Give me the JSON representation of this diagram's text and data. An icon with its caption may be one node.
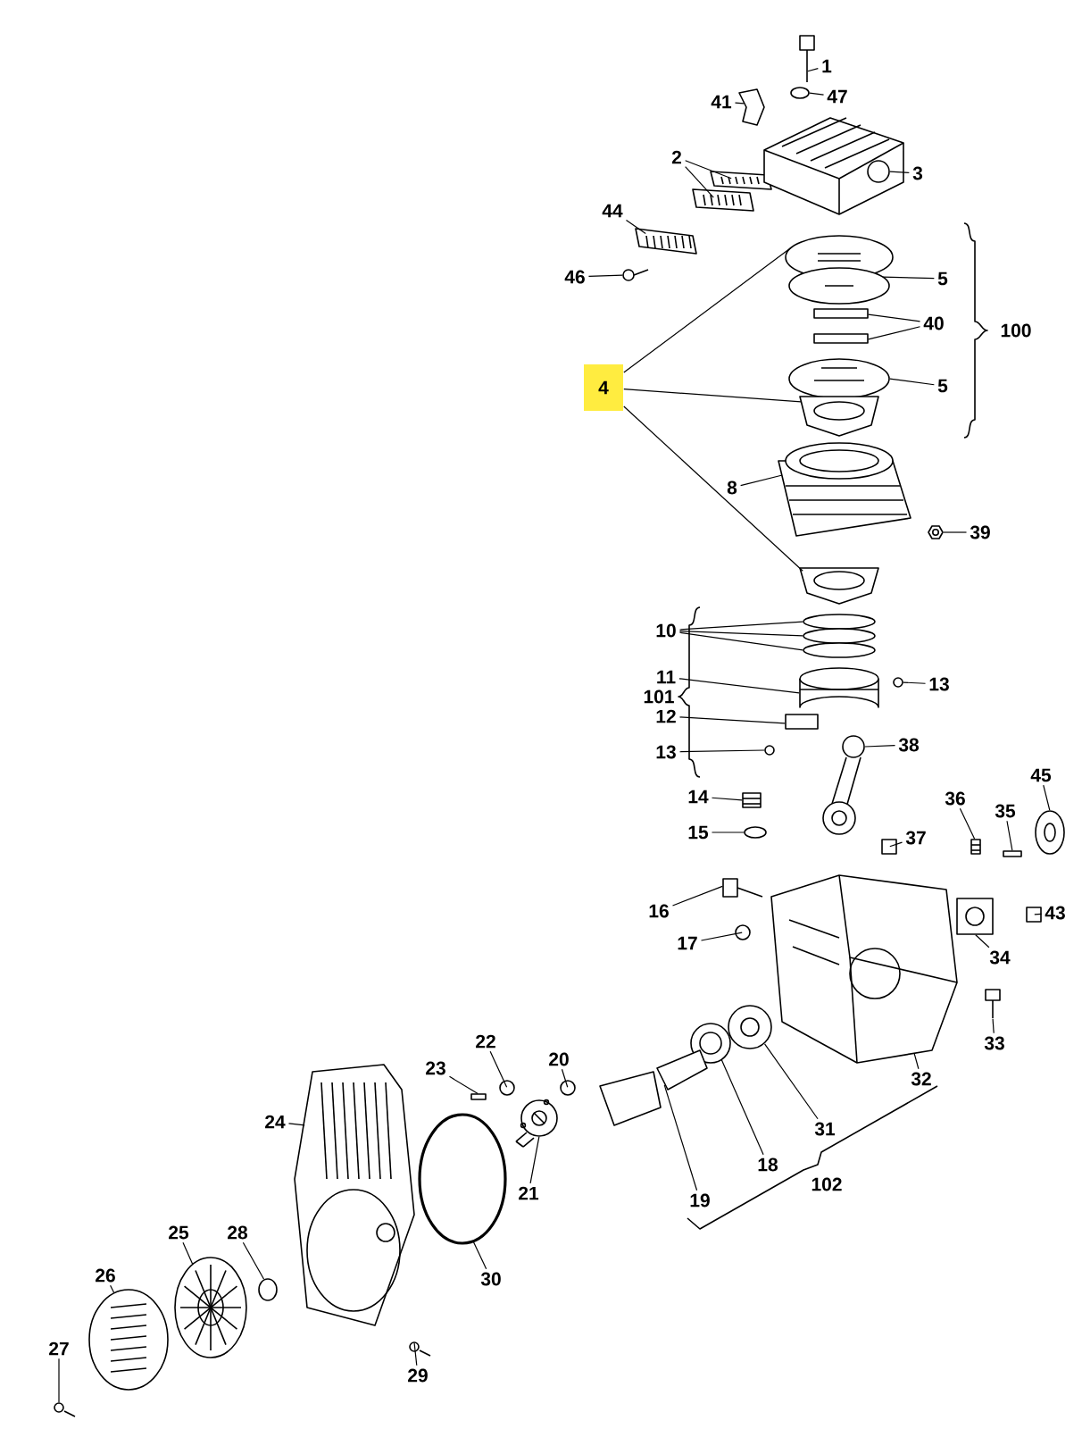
{
  "diagram": {
    "nodes": [
      {
        "text": [
          "1"
        ]
      },
      {
        "text": [
          "47"
        ]
      },
      {
        "text": [
          "41"
        ]
      },
      {
        "text": [
          "2"
        ]
      },
      {
        "text": [
          "3"
        ]
      },
      {
        "text": [
          "44"
        ]
      },
      {
        "text": [
          "46"
        ]
      },
      {
        "text": [
          "5"
        ]
      },
      {
        "text": [
          "40"
        ]
      },
      {
        "text": [
          "4"
        ]
      },
      {
        "text": [
          "5"
        ]
      },
      {
        "text": [
          "8"
        ]
      },
      {
        "text": [
          "39"
        ]
      },
      {
        "text": [
          "10"
        ]
      },
      {
        "text": [
          "11"
        ]
      },
      {
        "text": [
          "13"
        ]
      },
      {
        "text": [
          "12"
        ]
      },
      {
        "text": [
          "13"
        ]
      },
      {
        "text": [
          "38"
        ]
      },
      {
        "text": [
          "45"
        ]
      },
      {
        "text": [
          "14"
        ]
      },
      {
        "text": [
          "36"
        ]
      },
      {
        "text": [
          "35"
        ]
      },
      {
        "text": [
          "15"
        ]
      },
      {
        "text": [
          "37"
        ]
      },
      {
        "text": [
          "16"
        ]
      },
      {
        "text": [
          "43"
        ]
      },
      {
        "text": [
          "34"
        ]
      },
      {
        "text": [
          "17"
        ]
      },
      {
        "text": [
          "33"
        ]
      },
      {
        "text": [
          "22"
        ]
      },
      {
        "text": [
          "23"
        ]
      },
      {
        "text": [
          "20"
        ]
      },
      {
        "text": [
          "32"
        ]
      },
      {
        "text": [
          "24"
        ]
      },
      {
        "text": [
          "31"
        ]
      },
      {
        "text": [
          "18"
        ]
      },
      {
        "text": [
          "21"
        ]
      },
      {
        "text": [
          "19"
        ]
      },
      {
        "text": [
          "25"
        ]
      },
      {
        "text": [
          "28"
        ]
      },
      {
        "text": [
          "26"
        ]
      },
      {
        "text": [
          "30"
        ]
      },
      {
        "text": [
          "27"
        ]
      },
      {
        "text": [
          "29"
        ]
      },
      {
        "text": [],
        "shape": "picture"
      },
      {
        "text": [],
        "shape": "circle"
      },
      {
        "text": [],
        "shape": "picture"
      },
      {
        "text": [],
        "shape": "picture"
      },
      {
        "text": [],
        "shape": "picture"
      },
      {
        "text": [],
        "shape": "picture"
      },
      {
        "text": [],
        "shape": "picture"
      },
      {
        "text": [],
        "shape": "picture"
      },
      {
        "text": [],
        "shape": "picture"
      },
      {
        "text": [],
        "shape": "picture"
      },
      {
        "text": [],
        "shape": "bar"
      },
      {
        "text": [],
        "shape": "bar"
      },
      {
        "text": [],
        "shape": "picture"
      },
      {
        "text": [],
        "shape": "picture"
      },
      {
        "text": [],
        "shape": "picture"
      },
      {
        "text": [],
        "shape": "picture"
      },
      {
        "text": [],
        "shape": "picture"
      },
      {
        "text": [],
        "shape": "circle"
      },
      {
        "text": [],
        "shape": "circle"
      },
      {
        "text": [],
        "shape": "circle"
      },
      {
        "text": [],
        "shape": "picture"
      },
      {
        "text": [],
        "shape": "circle"
      },
      {
        "text": [],
        "shape": "bar"
      },
      {
        "text": [],
        "shape": "circle"
      },
      {
        "text": [],
        "shape": "picture"
      },
      {
        "text": [],
        "shape": "picture"
      },
      {
        "text": [],
        "shape": "picture"
      },
      {
        "text": [],
        "shape": "picture"
      },
      {
        "text": [],
        "shape": "bar"
      },
      {
        "text": [],
        "shape": "circle"
      },
      {
        "text": [],
        "shape": "bar"
      },
      {
        "text": [],
        "shape": "picture"
      },
      {
        "text": [],
        "shape": "bar"
      },
      {
        "text": [],
        "shape": "picture"
      },
      {
        "text": [],
        "shape": "circle"
      },
      {
        "text": [],
        "shape": "picture"
      },
      {
        "text": [],
        "shape": "circle"
      },
      {
        "text": [],
        "shape": "bar"
      },
      {
        "text": [],
        "shape": "circle"
      },
      {
        "text": [],
        "shape": "picture"
      },
      {
        "text": [],
        "shape": "picture"
      },
      {
        "text": [],
        "shape": "picture"
      },
      {
        "text": [],
        "shape": "picture"
      },
      {
        "text": [],
        "shape": "picture"
      },
      {
        "text": [],
        "shape": "picture"
      },
      {
        "text": [],
        "shape": "picture"
      },
      {
        "text": [],
        "shape": "circle"
      },
      {
        "text": [],
        "shape": "picture"
      },
      {
        "text": [],
        "shape": "circle"
      },
      {
        "text": [],
        "shape": "picture"
      },
      {
        "text": [],
        "shape": "picture"
      }
    ],
    "edges": [
      {
        "from": 0,
        "to": 45,
        "arrow": "none"
      },
      {
        "from": 1,
        "to": 46,
        "arrow": "none"
      },
      {
        "from": 2,
        "to": 47,
        "arrow": "none"
      },
      {
        "from": 3,
        "to": 48,
        "arrow": "none"
      },
      {
        "from": 3,
        "to": 49,
        "arrow": "none"
      },
      {
        "from": 4,
        "to": 50,
        "arrow": "none"
      },
      {
        "from": 5,
        "to": 51,
        "arrow": "none"
      },
      {
        "from": 6,
        "to": 52,
        "arrow": "none"
      },
      {
        "from": 7,
        "to": 54,
        "arrow": "none"
      },
      {
        "from": 8,
        "to": 55,
        "arrow": "none"
      },
      {
        "from": 8,
        "to": 56,
        "arrow": "none"
      },
      {
        "from": 9,
        "to": 53,
        "arrow": "none"
      },
      {
        "from": 9,
        "to": 58,
        "arrow": "none"
      },
      {
        "from": 9,
        "to": 61,
        "arrow": "none"
      },
      {
        "from": 10,
        "to": 57,
        "arrow": "none"
      },
      {
        "from": 11,
        "to": 59,
        "arrow": "none"
      },
      {
        "from": 12,
        "to": 60,
        "arrow": "none"
      },
      {
        "from": 13,
        "to": 62,
        "arrow": "none"
      },
      {
        "from": 13,
        "to": 63,
        "arrow": "none"
      },
      {
        "from": 13,
        "to": 64,
        "arrow": "none"
      },
      {
        "from": 14,
        "to": 65,
        "arrow": "none"
      },
      {
        "from": 15,
        "to": 66,
        "arrow": "none"
      },
      {
        "from": 16,
        "to": 67,
        "arrow": "none"
      },
      {
        "from": 17,
        "to": 68,
        "arrow": "none"
      },
      {
        "from": 18,
        "to": 69,
        "arrow": "none"
      },
      {
        "from": 19,
        "to": 70,
        "arrow": "none"
      },
      {
        "from": 20,
        "to": 71,
        "arrow": "none"
      },
      {
        "from": 21,
        "to": 72,
        "arrow": "none"
      },
      {
        "from": 22,
        "to": 73,
        "arrow": "none"
      },
      {
        "from": 23,
        "to": 74,
        "arrow": "none"
      },
      {
        "from": 24,
        "to": 75,
        "arrow": "none"
      },
      {
        "from": 25,
        "to": 76,
        "arrow": "none"
      },
      {
        "from": 26,
        "to": 77,
        "arrow": "none"
      },
      {
        "from": 27,
        "to": 78,
        "arrow": "none"
      },
      {
        "from": 28,
        "to": 79,
        "arrow": "none"
      },
      {
        "from": 29,
        "to": 80,
        "arrow": "none"
      },
      {
        "from": 30,
        "to": 81,
        "arrow": "none"
      },
      {
        "from": 31,
        "to": 82,
        "arrow": "none"
      },
      {
        "from": 32,
        "to": 83,
        "arrow": "none"
      },
      {
        "from": 33,
        "to": 84,
        "arrow": "none"
      },
      {
        "from": 34,
        "to": 85,
        "arrow": "none"
      },
      {
        "from": 35,
        "to": 86,
        "arrow": "none"
      },
      {
        "from": 36,
        "to": 87,
        "arrow": "none"
      },
      {
        "from": 37,
        "to": 88,
        "arrow": "none"
      },
      {
        "from": 38,
        "to": 89,
        "arrow": "none"
      },
      {
        "from": 39,
        "to": 90,
        "arrow": "none"
      },
      {
        "from": 40,
        "to": 91,
        "arrow": "none"
      },
      {
        "from": 41,
        "to": 92,
        "arrow": "none"
      },
      {
        "from": 42,
        "to": 93,
        "arrow": "none"
      },
      {
        "from": 43,
        "to": 94,
        "arrow": "none"
      },
      {
        "from": 44,
        "to": 95,
        "arrow": "none"
      }
    ],
    "labels": [
      "100",
      "101",
      "102"
    ]
  }
}
